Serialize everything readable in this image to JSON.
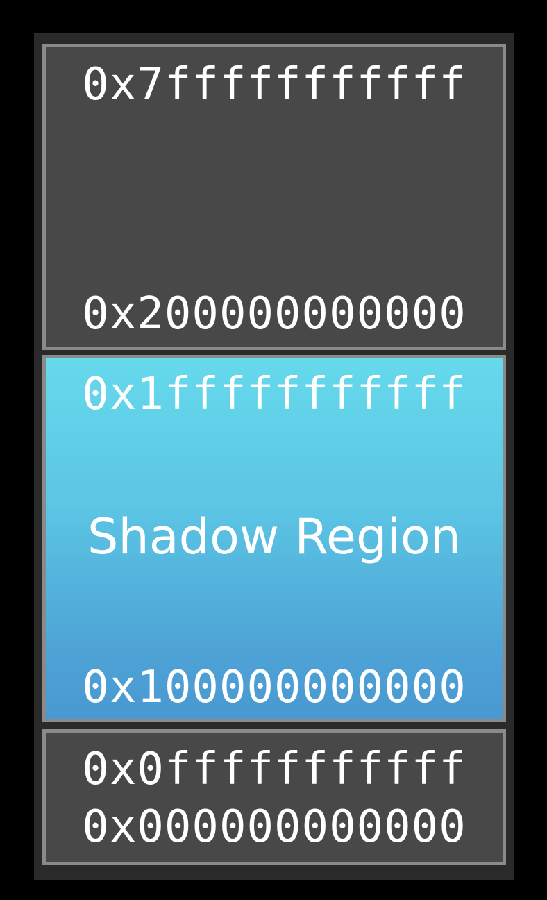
{
  "regions": [
    {
      "id": "upper",
      "start_label": "0x7fffffffffff",
      "end_label": "0x200000000000",
      "color": "#484848"
    },
    {
      "id": "shadow",
      "name": "Shadow Region",
      "start_label": "0x1fffffffffff",
      "end_label": "0x100000000000",
      "color_top": "#66d9ec",
      "color_bottom": "#4a98d2"
    },
    {
      "id": "lower",
      "start_label": "0x0fffffffffff",
      "end_label": "0x000000000000",
      "color": "#484848"
    }
  ]
}
